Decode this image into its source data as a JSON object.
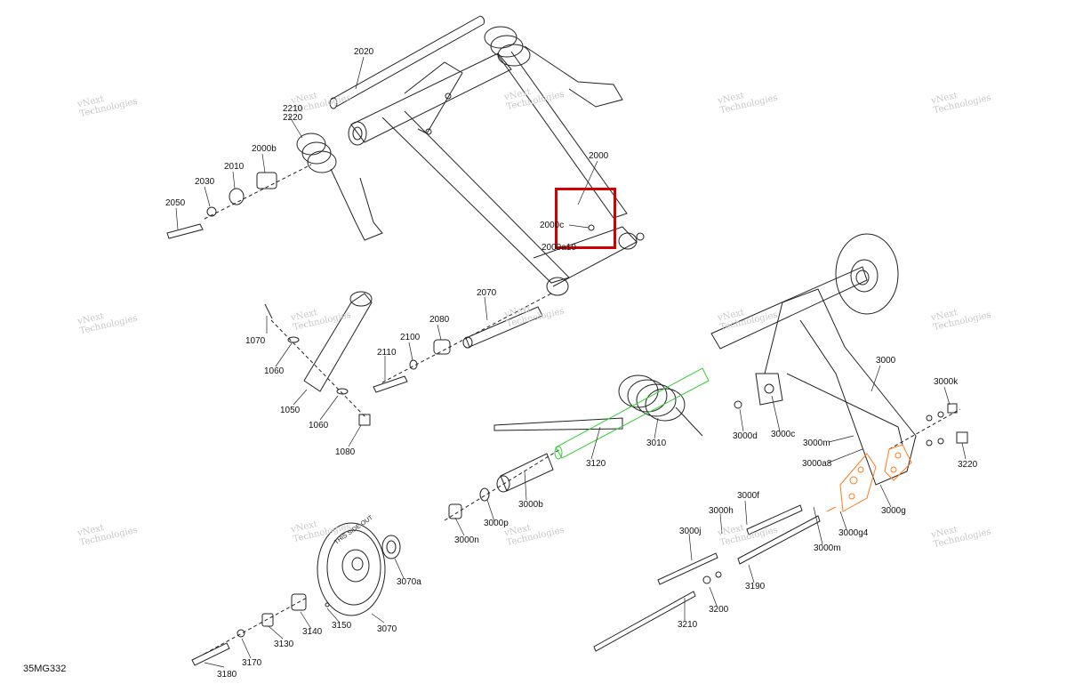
{
  "diagram_ref": "35MG332",
  "watermark": {
    "line1": "vNext",
    "line2": "Technologies"
  },
  "accent_colors": {
    "highlight_box": "#d00000",
    "green_part": "#33cc33",
    "orange_part": "#ff7a1a"
  },
  "part_labels": {
    "p2020": "2020",
    "p2210": "2210",
    "p2220": "2220",
    "p2000b": "2000b",
    "p2010": "2010",
    "p2030": "2030",
    "p2050": "2050",
    "p2000": "2000",
    "p2000c": "2000c",
    "p2000a10": "2000a10",
    "p1070": "1070",
    "p1060a": "1060",
    "p1050": "1050",
    "p1060b": "1060",
    "p1080": "1080",
    "p2070": "2070",
    "p2080": "2080",
    "p2100": "2100",
    "p2110": "2110",
    "p3000": "3000",
    "p3000k": "3000k",
    "p3000d": "3000d",
    "p3000c": "3000c",
    "p3000m1": "3000m",
    "p3000a8": "3000a8",
    "p3220": "3220",
    "p3010": "3010",
    "p3120": "3120",
    "p3000g": "3000g",
    "p3000g4": "3000g4",
    "p3000m2": "3000m",
    "p3000f": "3000f",
    "p3000h": "3000h",
    "p3000j": "3000j",
    "p3000b": "3000b",
    "p3000p": "3000p",
    "p3000n": "3000n",
    "p3070a": "3070a",
    "p3190": "3190",
    "p3200": "3200",
    "p3210": "3210",
    "p3150": "3150",
    "p3140": "3140",
    "p3130": "3130",
    "p3070": "3070",
    "p3170": "3170",
    "p3180": "3180"
  },
  "wheel_text": "THIS SIDE OUT"
}
